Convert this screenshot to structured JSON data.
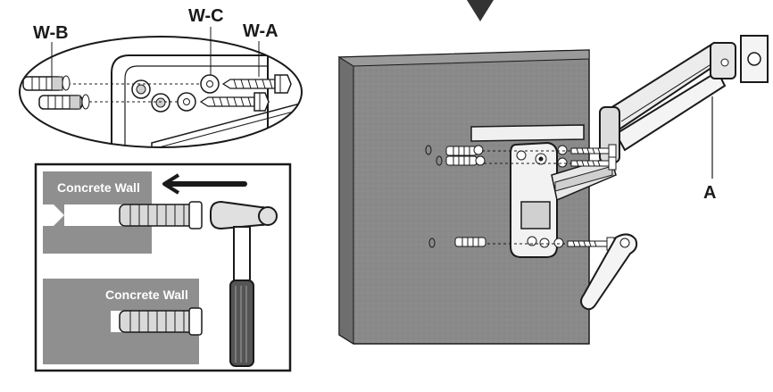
{
  "labels": {
    "w_b": "W-B",
    "w_c": "W-C",
    "w_a": "W-A",
    "a": "A"
  },
  "panels": {
    "top_wall": "Concrete Wall",
    "bottom_wall": "Concrete Wall"
  },
  "colors": {
    "wall_gray": "#8a8a8a",
    "wall_shade": "#6e6e6e",
    "ink": "#1a1a1a",
    "paper": "#ffffff",
    "metal_light": "#e6e6e6"
  },
  "icons": {
    "direction": "down-triangle-icon",
    "push": "left-arrow-icon",
    "tool": "hammer-icon",
    "key": "allen-wrench-icon"
  }
}
